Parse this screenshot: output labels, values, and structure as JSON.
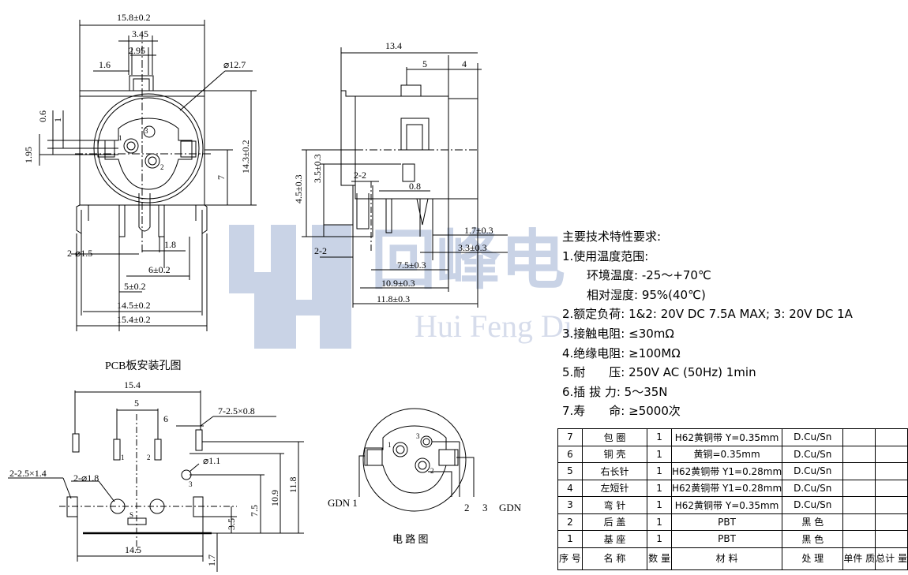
{
  "colors": {
    "line": "#000000",
    "watermark": "#c9d3e6",
    "watermark_text": "#d6dceb"
  },
  "watermark": {
    "cn": "回峰电",
    "en": "Hui Feng Di"
  },
  "front_view": {
    "dims": [
      "15.8±0.2",
      "3.45",
      "2.95",
      "1.6",
      "⌀12.7",
      "0.6",
      "1",
      "1.95",
      "14.3±0.2",
      "7",
      "2-⌀1.5",
      "1.8",
      "6±0.2",
      "5±0.2",
      "14.5±0.2",
      "15.4±0.2"
    ],
    "pins": [
      "3",
      "1",
      "2"
    ]
  },
  "side_view": {
    "dims": [
      "13.4",
      "5",
      "4",
      "4.5±0.3",
      "3.5±0.3",
      "2-2",
      "0.8",
      "1.7±0.3",
      "3.3±0.3",
      "2-2",
      "7.5±0.3",
      "10.9±0.3",
      "11.8±0.3"
    ]
  },
  "pcb_view": {
    "title": "PCB板安装孔图",
    "dims": [
      "15.4",
      "5",
      "6",
      "7-2.5×0.8",
      "⌀1.1",
      "2-2.5×1.4",
      "2-⌀1.8",
      "10.9",
      "11.8",
      "7.5",
      "3.5",
      "1.7",
      "14.5"
    ],
    "labels": [
      "1",
      "2",
      "3",
      "S"
    ]
  },
  "circuit": {
    "title": "电 路 图",
    "labels": [
      "GDN 1",
      "2",
      "3",
      "GDN",
      "1",
      "2",
      "3"
    ]
  },
  "specs": {
    "heading": "主要技术特性要求:",
    "lines": [
      "1.使用温度范围:",
      "　环境温度: -25～+70℃",
      "　相对湿度: 95%(40℃)",
      "2.额定负荷: 1&2: 20V DC 7.5A MAX; 3: 20V DC 1A",
      "3.接触电阻: ≤30mΩ",
      "4.绝缘电阻: ≥100MΩ",
      "5.耐　　压: 250V AC (50Hz) 1min",
      "6.插 拔 力: 5～35N",
      "7.寿　　命: ≥5000次"
    ]
  },
  "bom": {
    "rows": [
      [
        "7",
        "包 圈",
        "1",
        "H62黄铜带 Y=0.35mm",
        "D.Cu/Sn"
      ],
      [
        "6",
        "铜 壳",
        "1",
        "黄铜=0.35mm",
        "D.Cu/Sn"
      ],
      [
        "5",
        "右长针",
        "1",
        "H62黄铜带 Y1=0.28mm",
        "D.Cu/Sn"
      ],
      [
        "4",
        "左短针",
        "1",
        "H62黄铜带 Y1=0.28mm",
        "D.Cu/Sn"
      ],
      [
        "3",
        "弯 针",
        "1",
        "H62黄铜带 Y=0.35mm",
        "D.Cu/Sn"
      ],
      [
        "2",
        "后 盖",
        "1",
        "PBT",
        "黑 色"
      ],
      [
        "1",
        "基 座",
        "1",
        "PBT",
        "黑 色"
      ]
    ],
    "header": [
      "序 号",
      "名 称",
      "数 量",
      "材 料",
      "处 理",
      "单件 质",
      "总计 量"
    ]
  }
}
